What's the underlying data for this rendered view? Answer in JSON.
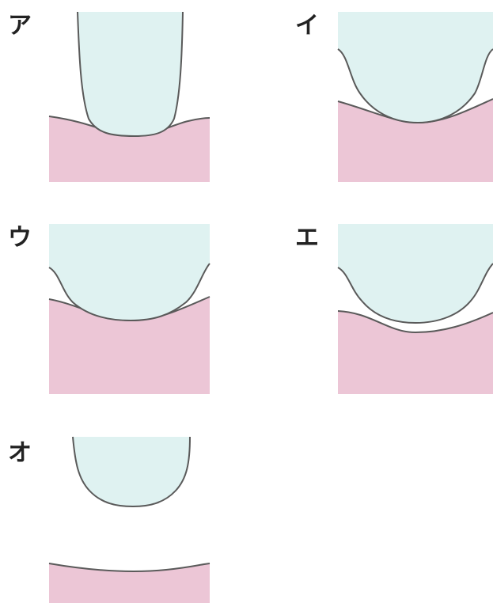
{
  "colors": {
    "upper": "#dff2f1",
    "lower": "#ecc6d6",
    "outline": "#5a5a5a",
    "background": "#ffffff"
  },
  "panels": [
    {
      "label": "ア"
    },
    {
      "label": "イ"
    },
    {
      "label": "ウ"
    },
    {
      "label": "エ"
    },
    {
      "label": "オ"
    }
  ]
}
